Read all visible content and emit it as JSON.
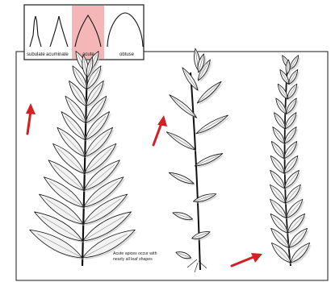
{
  "legend": {
    "shapes": [
      {
        "label": "subulate"
      },
      {
        "label": "acuminate"
      },
      {
        "label": "acute",
        "highlighted": true
      },
      {
        "label": "obtuse"
      }
    ],
    "highlight_color": "#f4b6b6"
  },
  "caption": {
    "line1": "Acute apices occur with",
    "line2": "nearly all leaf shapes"
  },
  "colors": {
    "arrow": "#d42020",
    "ink": "#111111",
    "leaf_fill": "#f3f3f3",
    "leaf_shadow": "#bdbdbd"
  },
  "specimens": [
    "moss-stem-broad",
    "moss-stem-slender",
    "moss-stem-narrow"
  ]
}
